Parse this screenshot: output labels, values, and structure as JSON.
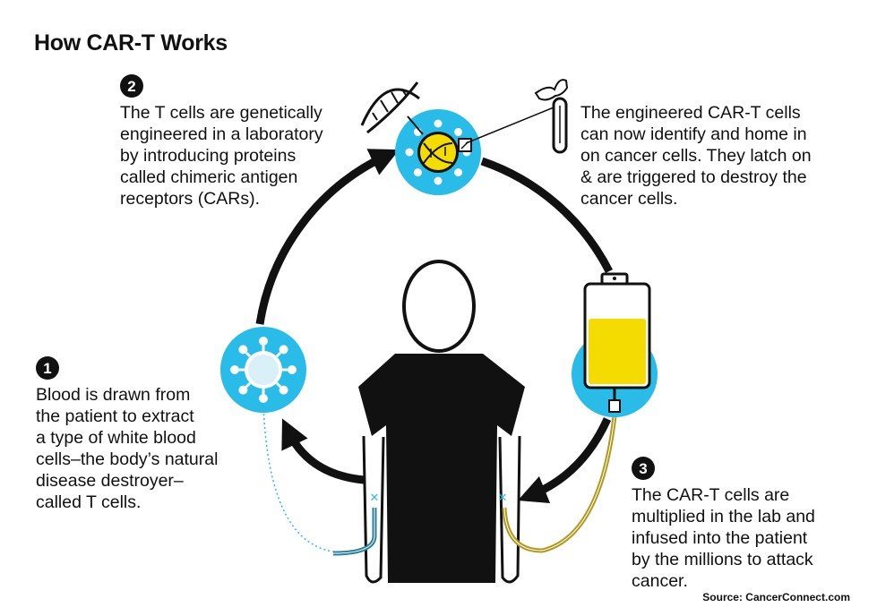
{
  "title": "How CAR-T Works",
  "colors": {
    "cyan": "#29bce8",
    "pale_cyan": "#d9f0f8",
    "yellow": "#f5dc00",
    "black": "#111111",
    "tube_blue": "#2a7f9e",
    "tube_yellow": "#b39a1f"
  },
  "icons": {
    "step1": "t-cell-icon",
    "step2": "gene-engineering-icon",
    "step2_extra": "dna-helix-icon",
    "step2_target": "test-tube-icon",
    "step3": "iv-bag-icon",
    "center": "patient-silhouette"
  },
  "steps": {
    "step1": {
      "number": "1",
      "text": "Blood is drawn from\nthe patient to extract\na type of white blood\ncells–the body’s natural\ndisease destroyer–\ncalled T cells."
    },
    "step2": {
      "number": "2",
      "text": "The T cells are genetically\nengineered in a laboratory\nby introducing proteins\ncalled chimeric antigen\nreceptors (CARs)."
    },
    "targeting": {
      "text": "The engineered CAR-T cells\ncan now identify and home in\non cancer cells. They latch on\n& are triggered to destroy the\ncancer cells."
    },
    "step3": {
      "number": "3",
      "text": "The CAR-T cells are\nmultiplied in the lab and\ninfused into the patient\nby the millions to attack\ncancer."
    }
  },
  "source": "Source: CancerConnect.com"
}
